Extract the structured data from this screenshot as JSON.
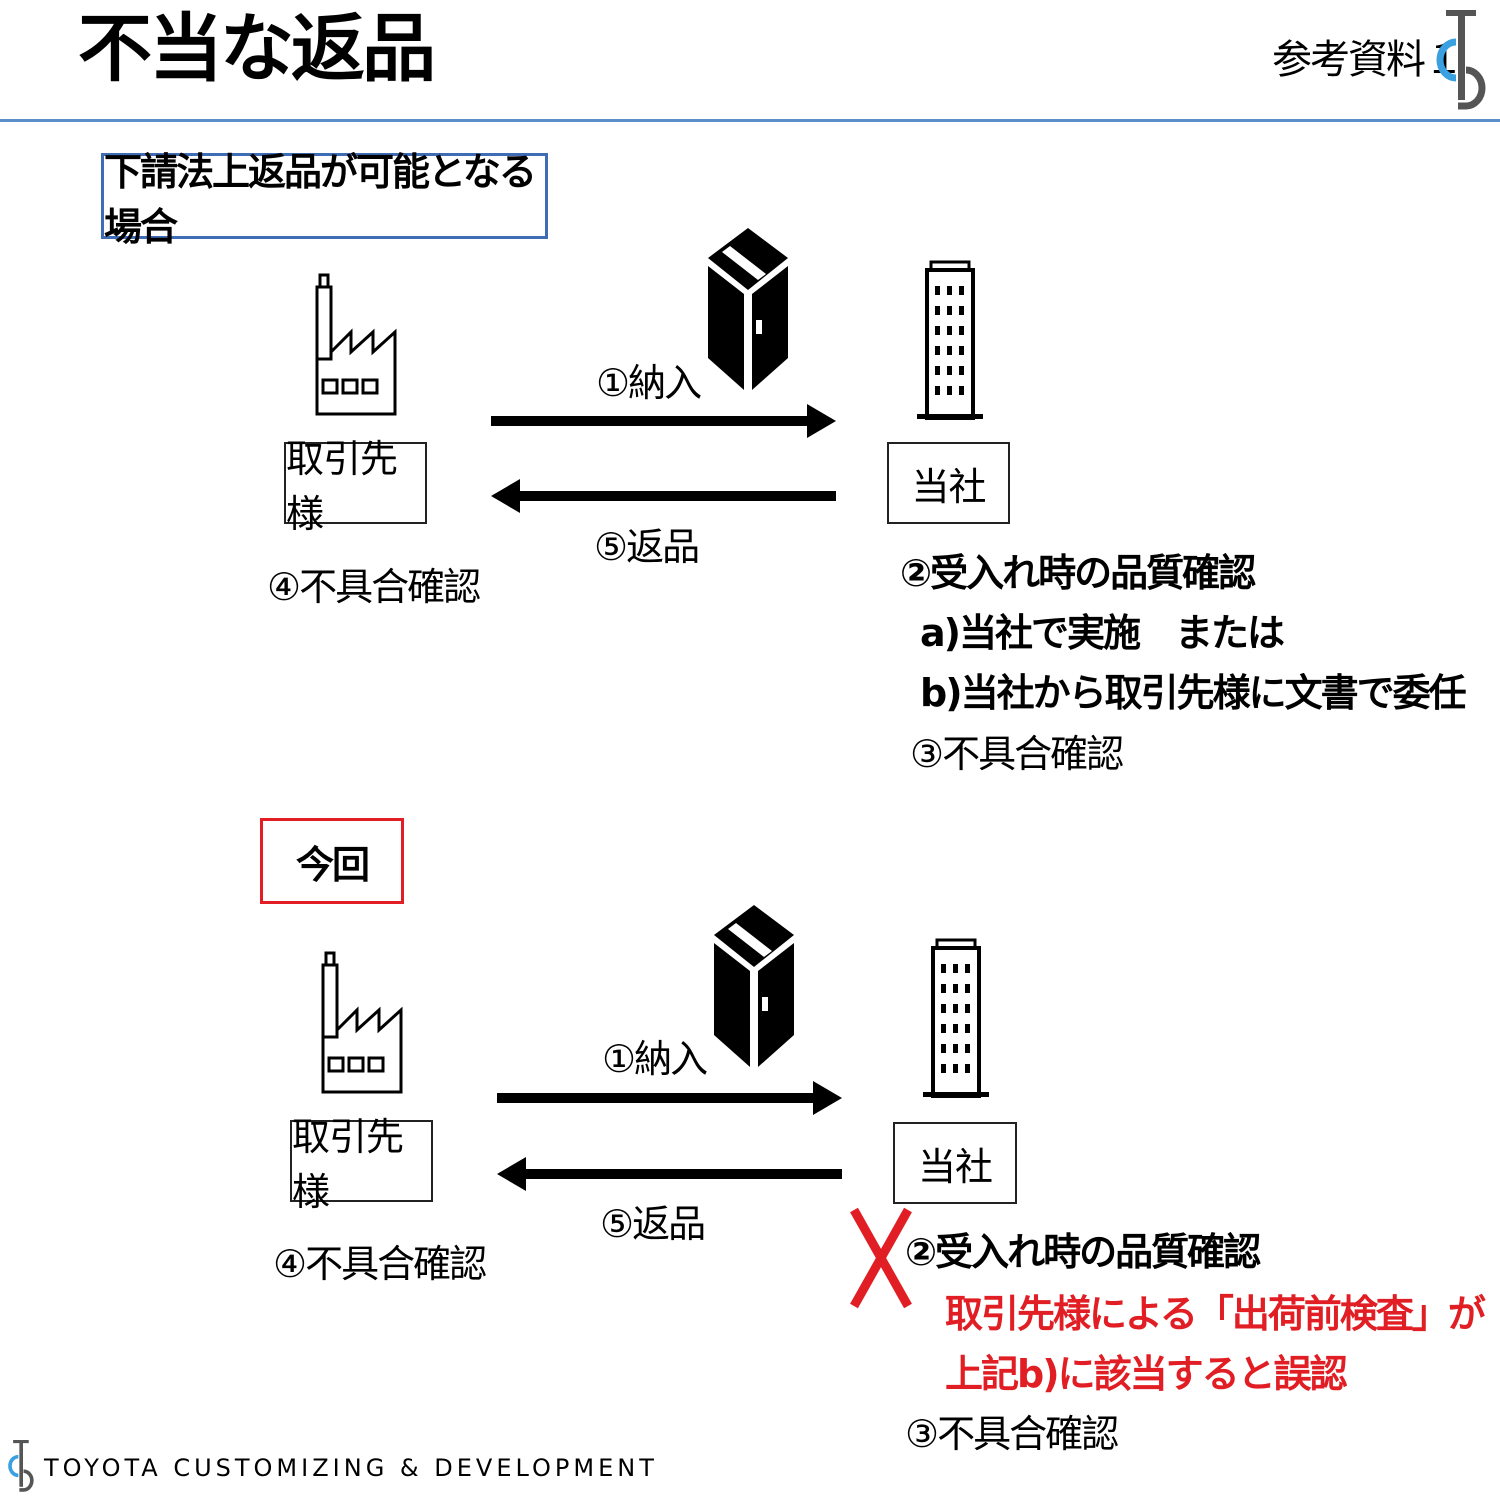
{
  "header": {
    "title": "不当な返品",
    "reference": "参考資料１"
  },
  "case_allowed": {
    "label": "下請法上返品が可能となる場合",
    "supplier": "取引先様",
    "company": "当社",
    "deliver": "①納入",
    "return": "⑤返品",
    "supplier_check": "④不具合確認",
    "inspection": {
      "title": "②受入れ時の品質確認",
      "option_a": "a)当社で実施　または",
      "option_b": "b)当社から取引先様に文書で委任"
    },
    "company_check": "③不具合確認"
  },
  "case_current": {
    "label": "今回",
    "supplier": "取引先様",
    "company": "当社",
    "deliver": "①納入",
    "return": "⑤返品",
    "supplier_check": "④不具合確認",
    "inspection": {
      "title": "②受入れ時の品質確認",
      "note_1": "取引先様による「出荷前検査」が",
      "note_2": "上記b)に該当すると誤認"
    },
    "company_check": "③不具合確認"
  },
  "footer": {
    "company": "TOYOTA CUSTOMIZING & DEVELOPMENT"
  },
  "colors": {
    "accent_blue": "#3f6db5",
    "rule_blue": "#5b8fc9",
    "alert_red": "#e01e24"
  },
  "icons": [
    "logo-icon",
    "factory-icon",
    "box-icon",
    "building-icon",
    "arrow-right-icon",
    "arrow-left-icon",
    "cross-icon"
  ]
}
